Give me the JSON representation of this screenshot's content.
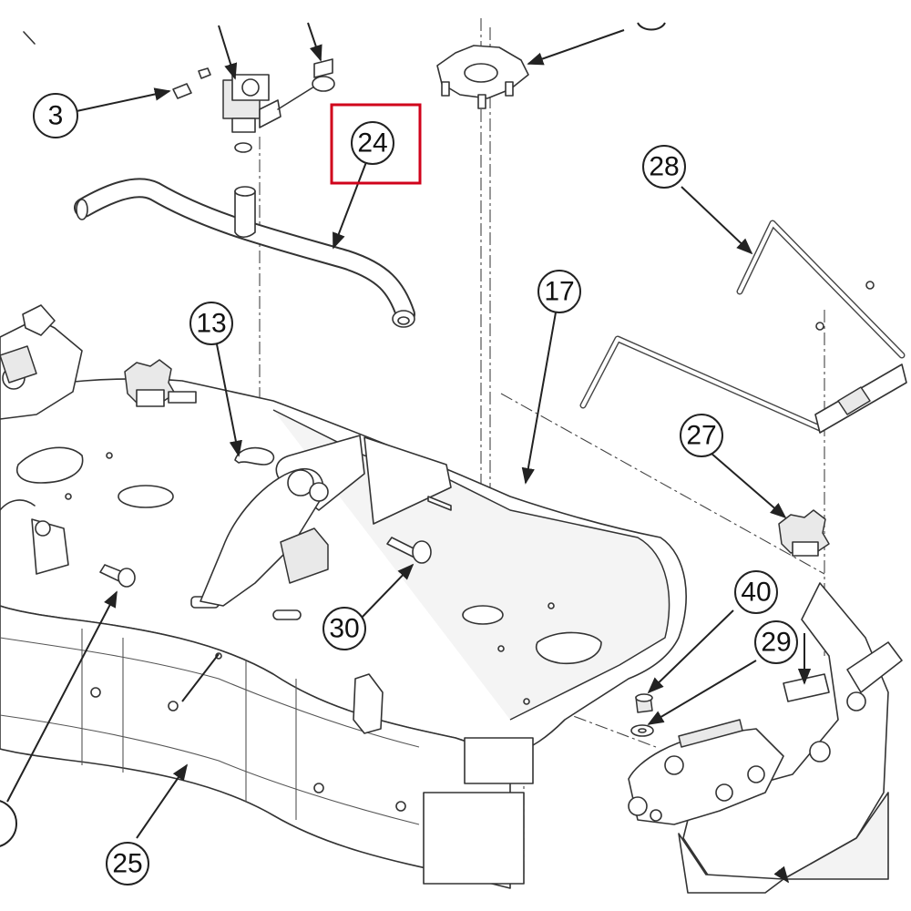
{
  "highlight_color": "#d0021b",
  "callouts": [
    {
      "id": "3",
      "label": "3"
    },
    {
      "id": "24",
      "label": "24",
      "highlighted": true
    },
    {
      "id": "28",
      "label": "28"
    },
    {
      "id": "13",
      "label": "13"
    },
    {
      "id": "17",
      "label": "17"
    },
    {
      "id": "27",
      "label": "27"
    },
    {
      "id": "40",
      "label": "40"
    },
    {
      "id": "29",
      "label": "29"
    },
    {
      "id": "30",
      "label": "30"
    },
    {
      "id": "25",
      "label": "25"
    }
  ]
}
